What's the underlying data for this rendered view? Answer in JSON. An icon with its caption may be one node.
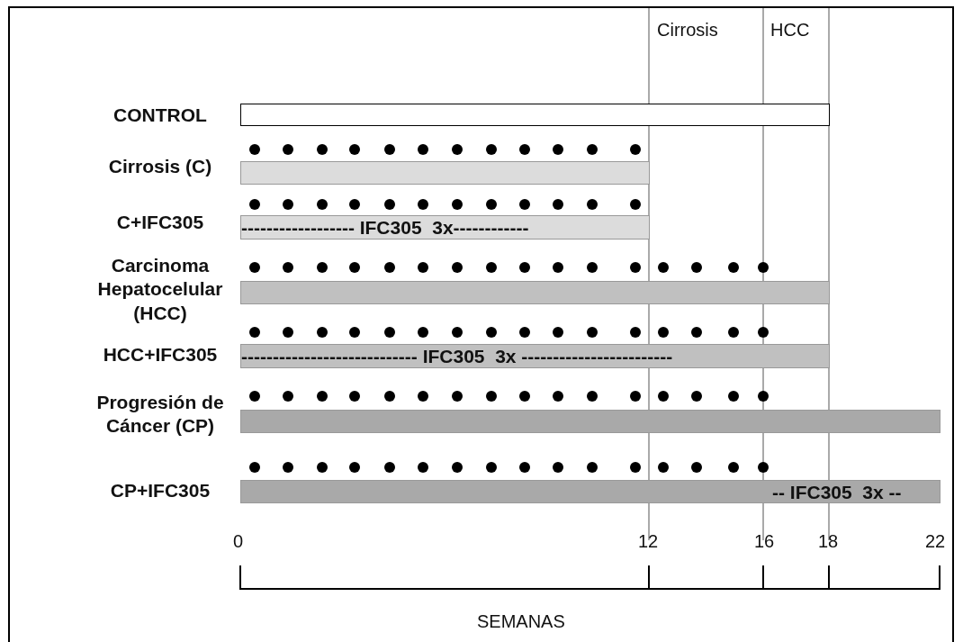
{
  "diagram": {
    "nodes": [
      {
        "text": [],
        "shape": "bar",
        "beside": [
          "CONTROL"
        ]
      },
      {
        "text": [],
        "shape": "bar",
        "beside": [
          "Cirrosis (C)"
        ]
      },
      {
        "text": [
          "------------------ IFC305  3x------------"
        ],
        "beside": [
          "C+IFC305"
        ]
      },
      {
        "text": [],
        "shape": "bar",
        "beside": [
          "Carcinoma Hepatocelular (HCC)"
        ]
      },
      {
        "text": [
          "---------------------------- IFC305  3x ------------------------"
        ],
        "beside": [
          "HCC+IFC305"
        ]
      },
      {
        "text": [],
        "shape": "bar",
        "beside": [
          "Progresión de Cáncer (CP)"
        ]
      },
      {
        "text": [
          "-- IFC305  3x --"
        ],
        "beside": [
          "CP+IFC305"
        ]
      }
    ],
    "edges": [],
    "labels": [
      "Cirrosis",
      "HCC",
      "0",
      "12",
      "16",
      "18",
      "22",
      "SEMANAS"
    ]
  }
}
